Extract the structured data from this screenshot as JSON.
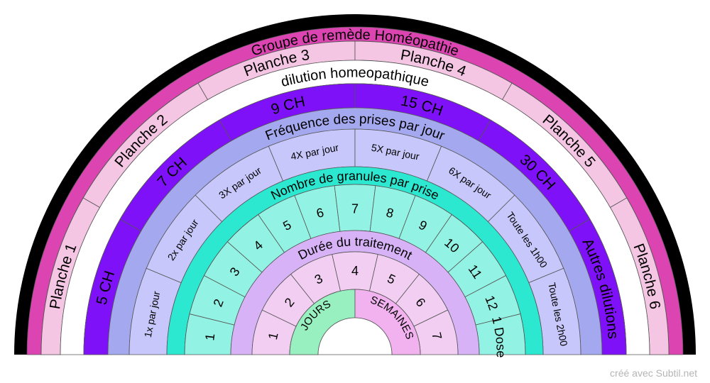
{
  "rings": [
    {
      "id": "group",
      "fill": "#dc44b1",
      "cells": [],
      "band_label": "Groupe de remède Homéopathie"
    },
    {
      "id": "planches",
      "fill": "#f5c6e4",
      "cells": [
        "Planche 1",
        "Planche 2",
        "Planche 3",
        "Planche 4",
        "Planche 5",
        "Planche 6"
      ],
      "band_label": ""
    },
    {
      "id": "dilution",
      "fill": "#ffffff",
      "cells": [],
      "band_label": "dilution homeopathique"
    },
    {
      "id": "ch",
      "fill": "#7e11f7",
      "cells": [
        "5 CH",
        "7 CH",
        "9 CH",
        "15 CH",
        "30 CH",
        "Autres dilutions"
      ],
      "band_label": ""
    },
    {
      "id": "frequence",
      "fill": "#a4a8ee",
      "cell_fill": "#c7c7fb",
      "cells": [
        "1x par jour",
        "2x par jour",
        "3X par jour",
        "4X par jour",
        "5X par jour",
        "6X par jour",
        "Toute les 1h00",
        "Toute les 2h00"
      ],
      "band_label": "Fréquence des prises par jour"
    },
    {
      "id": "granules",
      "fill": "#2ce8d0",
      "cell_fill": "#92f2e3",
      "cells": [
        "1",
        "2",
        "3",
        "4",
        "5",
        "6",
        "7",
        "8",
        "9",
        "10",
        "11",
        "12",
        "1 Dose"
      ],
      "band_label": "Nombre de granules par prise"
    },
    {
      "id": "duree",
      "fill": "#d7b2f6",
      "cell_fill": "#f2cff2",
      "cells": [
        "1",
        "2",
        "3",
        "4",
        "5",
        "6",
        "7"
      ],
      "band_label": "Durée du traitement"
    },
    {
      "id": "unite",
      "fill": "#ffffff",
      "cells": [
        {
          "label": "JOURS",
          "fill": "#98f0c0"
        },
        {
          "label": "SEMAINES",
          "fill": "#f2b2ef"
        }
      ],
      "band_label": ""
    }
  ],
  "credit": "créé avec Subtil.net"
}
